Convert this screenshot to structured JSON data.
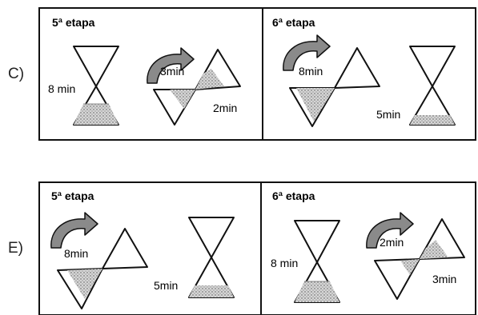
{
  "options": [
    {
      "letter": "C)",
      "panels": [
        {
          "title": "5ª etapa",
          "upright": {
            "label": "8 min"
          },
          "tilted": {
            "label_top": "3min",
            "label_bottom": "2min"
          }
        },
        {
          "title": "6ª etapa",
          "tilted": {
            "label_top": "8min"
          },
          "upright": {
            "label": "5min"
          }
        }
      ]
    },
    {
      "letter": "E)",
      "panels": [
        {
          "title": "5ª etapa",
          "tilted": {
            "label_top": "8min"
          },
          "upright": {
            "label": "5min"
          }
        },
        {
          "title": "6ª etapa",
          "upright": {
            "label": "8 min"
          },
          "tilted": {
            "label_top": "2min",
            "label_bottom": "3min"
          }
        }
      ]
    }
  ],
  "icons": [
    "curved-arrow-icon",
    "hourglass-icon"
  ],
  "colors": {
    "line": "#111111",
    "sand": "#b8b8b8",
    "arrow_fill": "#8a8a8a"
  }
}
